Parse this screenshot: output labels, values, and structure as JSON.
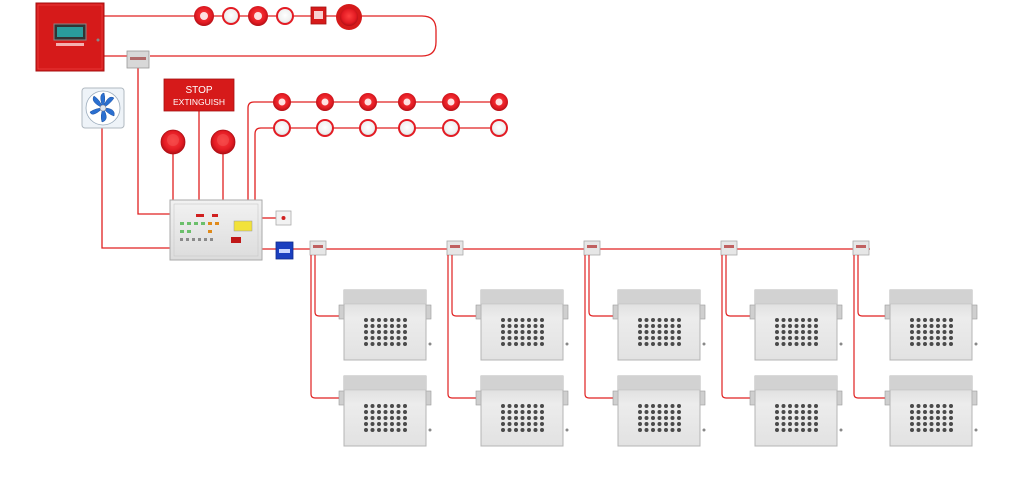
{
  "diagram": {
    "stop_sign": {
      "line1": "STOP",
      "line2": "EXTINGUISH"
    },
    "zone_cabinets_count": 10,
    "colors": {
      "wire": "#e02020",
      "panel_red": "#d61a1a",
      "device_red": "#e31b23",
      "cabinet_grey": "#e4e4e4",
      "blue_module": "#1a3fbf",
      "fan_blue": "#2a6fd0"
    },
    "icons": [
      "fire-alarm-panel-icon",
      "interface-module-icon",
      "smoke-detector-icon",
      "heat-detector-icon",
      "manual-call-point-icon",
      "sounder-beacon-icon",
      "ventilation-fan-icon",
      "extinguishing-control-panel-icon",
      "abort-switch-icon",
      "blue-release-module-icon",
      "junction-box-icon",
      "aerosol-generator-icon"
    ]
  }
}
